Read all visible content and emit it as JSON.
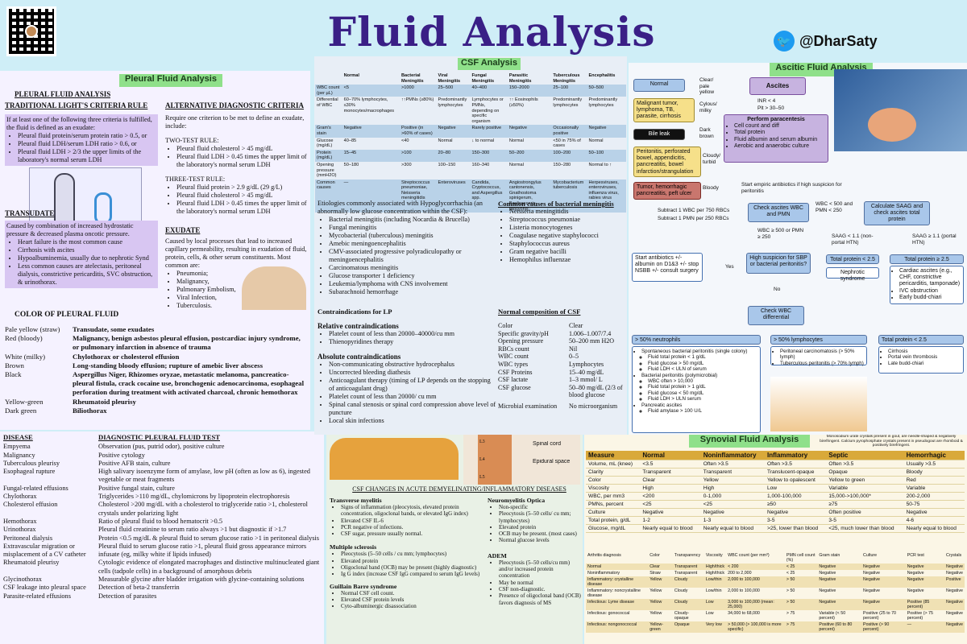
{
  "page": {
    "title": "Fluid Analysis",
    "handle": "@DharSaty"
  },
  "pleural": {
    "banner": "Pleural Fluid Analysis",
    "heading": "PLEURAL FLUID ANALYSIS",
    "lights_title": "TRADITIONAL LIGHT'S CRITERIA RULE",
    "lights_intro": "If at least one of the following three criteria is fulfilled, the fluid is defined as an exudate:",
    "lights": [
      "Pleural fluid protein/serum protein ratio > 0.5, or",
      "Pleural fluid LDH/serum LDH ratio > 0.6, or",
      "Pleural fluid LDH > 2/3 the upper limits of the laboratory's normal serum LDH"
    ],
    "alt_title": "ALTERNATIVE DIAGNOSTIC CRITERIA",
    "alt_intro": "Require one criterion to be met to define an exudate, include:",
    "two_test": "TWO-TEST RULE:",
    "two_items": [
      "Pleural fluid cholesterol > 45 mg/dL",
      "Pleural fluid LDH > 0.45 times the upper limit of the laboratory's normal serum LDH"
    ],
    "three_test": "THREE-TEST RULE:",
    "three_items": [
      "Pleural fluid protein > 2.9 g/dL (29 g/L)",
      "Pleural fluid cholesterol > 45 mg/dL",
      "Pleural fluid LDH > 0.45 times the upper limit of the laboratory's normal serum LDH"
    ],
    "trans_title": "TRANSUDATE",
    "trans_text": "Caused by combination of increased hydrostatic pressure & decreased plasma oncotic pressure.",
    "trans_items": [
      "Heart failure is the most common cause",
      "Cirrhosis with ascites",
      "Hypoalbuminemia, usually due to nephrotic Synd",
      "Less common causes are atelectasis, peritoneal dialysis, constrictive pericarditis, SVC obstruction, & urinothorax."
    ],
    "exu_title": "EXUDATE",
    "exu_text": "Caused by local processes that lead to increased capillary permeability, resulting in exudation of fluid, protein, cells, & other serum constituents. Most common are:",
    "exu_items": [
      "Pneumonia;",
      "Malignancy,",
      "Pulmonary Embolism,",
      "Viral Infection,",
      "Tuberculosis."
    ],
    "color_title": "COLOR OF PLEURAL FLUID",
    "colors": [
      {
        "c": "Pale yellow (straw)",
        "d": "Transudate, some exudates"
      },
      {
        "c": "Red (bloody)",
        "d": "Malignancy, benign asbestos pleural effusion, postcardiac injury syndrome, or pulmonary infarction in absence of trauma"
      },
      {
        "c": "White (milky)",
        "d": "Chylothorax or cholesterol effusion"
      },
      {
        "c": "Brown",
        "d": "Long-standing bloody effusion; rupture of amebic liver abscess"
      },
      {
        "c": "Black",
        "d": "Aspergillus Niger, Rhizomes oryzae, metastatic melanoma, pancreatico-pleural fistula, crack cocaine use, bronchogenic adenocarcinoma, esophageal perforation during treatment with activated charcoal, chronic hemothorax"
      },
      {
        "c": "Yellow-green",
        "d": "Rheumatoid pleurisy"
      },
      {
        "c": "Dark green",
        "d": "Biliothorax"
      }
    ]
  },
  "disease": {
    "h1": "DISEASE",
    "h2": "DIAGNOSTIC PLEURAL FLUID TEST",
    "rows": [
      {
        "a": "Empyema",
        "b": "Observation (pus, putrid odor), positive culture"
      },
      {
        "a": "Malignancy",
        "b": "Positive cytology"
      },
      {
        "a": "Tuberculous pleurisy",
        "b": "Positive AFB stain, culture"
      },
      {
        "a": "Esophageal rupture",
        "b": "High salivary isoenzyme form of amylase, low pH (often as low as 6), ingested vegetable or meat fragments"
      },
      {
        "a": "Fungal-related effusions",
        "b": "Positive fungal stain, culture"
      },
      {
        "a": "Chylothorax",
        "b": "Triglycerides >110 mg/dL, chylomicrons by lipoprotein electrophoresis"
      },
      {
        "a": "Cholesterol effusion",
        "b": "Cholesterol >200 mg/dL with a cholesterol to triglyceride ratio >1, cholesterol crystals under polarizing light"
      },
      {
        "a": "Hemothorax",
        "b": "Ratio of pleural fluid to blood hematocrit >0.5"
      },
      {
        "a": "Urinothorax",
        "b": "Pleural fluid creatinine to serum ratio always >1 but diagnostic if >1.7"
      },
      {
        "a": "Peritoneal dialysis",
        "b": "Protein <0.5 mg/dL & pleural fluid to serum glucose ratio >1 in peritoneal dialysis"
      },
      {
        "a": "Extravascular migration or misplacement of a CV catheter",
        "b": "Pleural fluid to serum glucose ratio >1, pleural fluid gross appearance mirrors infusate (eg, milky white if lipids infused)"
      },
      {
        "a": "Rheumatoid pleurisy",
        "b": "Cytologic evidence of elongated macrophages and distinctive multinucleated giant cells (tadpole cells) in a background of amorphous debris"
      },
      {
        "a": "Glycinothorax",
        "b": "Measurable glycine after bladder irrigation with glycine-containing solutions"
      },
      {
        "a": "CSF leakage into pleural space",
        "b": "Detection of beta-2 transferrin"
      },
      {
        "a": "Parasite-related effusions",
        "b": "Detection of parasites"
      }
    ]
  },
  "csf": {
    "banner": "CSF Analysis",
    "table": [
      [
        "",
        "Normal",
        "Bacterial Meningitis",
        "Viral Meningitis",
        "Fungal Meningitis",
        "Parasitic Meningitis",
        "Tuberculous Meningitis",
        "Encephalitis"
      ],
      [
        "WBC count (per µL)",
        "<5",
        ">1000",
        "25–500",
        "40–400",
        "150–2000",
        "25–100",
        "50–500"
      ],
      [
        "Differential of WBC",
        "60–70% lymphocytes, ≤30% monocytes/macrophages",
        "↑↑PMNs (≥80%)",
        "Predominantly lymphocytes",
        "Lymphocytes or PMNs, depending on specific organism",
        "↑↑ Eosinophils (≥50%)",
        "Predominantly lymphocytes",
        "Predominantly lymphocytes"
      ],
      [
        "Gram's stain",
        "Negative",
        "Positive (in >60% of cases)",
        "Negative",
        "Rarely positive",
        "Negative",
        "Occasionally positive",
        "Negative"
      ],
      [
        "Glucose (mg/dL)",
        "40–85",
        "<40",
        "Normal",
        "↓ to normal",
        "Normal",
        "<50 in 75% of cases",
        "Normal"
      ],
      [
        "Protein (mg/dL)",
        "15–45",
        ">100",
        "20–80",
        "150–300",
        "50–200",
        "100–200",
        "50–100"
      ],
      [
        "Opening pressure (mmH2O)",
        "50–180",
        ">300",
        "100–150",
        "160–340",
        "Normal",
        "150–280",
        "Normal to ↑"
      ],
      [
        "Common causes",
        "—",
        "Streptococcus pneumoniae, Neisseria meningitidis",
        "Enteroviruses",
        "Candida, Cryptococcus, and Aspergillus spp.",
        "Angiostrongylus cantonensis, Gnathostoma spinigerum, Baylisascaris procyonis",
        "Mycobacterium tuberculosis",
        "Herpesviruses, enteroviruses, influenza virus, rabies virus"
      ]
    ],
    "etio_title": "Etiologies commonly associated with Hypoglycorrhachia (an abnormally low glucose concentration within the CSF):",
    "etio": [
      "Bacterial meningitis (including Nocardia & Brucella)",
      "Fungal meningitis",
      "Mycobacterial (tuberculous) meningitis",
      "Amebic meningoencephalitis",
      "CMV-associated progressive polyradiculopathy or meningoencephalitis",
      "Carcinomatous meningitis",
      "Glucose transporter 1 deficiency",
      "Leukemia/lymphoma with CNS involvement",
      "Subarachnoid hemorrhage"
    ],
    "common_title": "Common causes of bacterial meningitis",
    "common": [
      "Neisseria meningitidis",
      "Streptococcus pneumoniae",
      "Listeria monocytogenes",
      "Coagulase negative staphylococci",
      "Staphylococcus aureus",
      "Gram negative bacilli",
      "Hemophilus influenzae"
    ],
    "contra_title": "Contraindications for LP",
    "rel_title": "Relative contraindications",
    "rel": [
      "Platelet count of less than 20000–40000/cu mm",
      "Thienopyridines therapy"
    ],
    "abs_title": "Absolute contraindications",
    "abs": [
      "Non-communicating obstructive hydrocephalus",
      "Uncorrected bleeding diathesis",
      "Anticoagulant therapy (timing of LP depends on the stopping of anticoagulant drug)",
      "Platelet count of less than 20000/ cu mm",
      "Spinal canal stenosis or spinal cord compression above level of puncture",
      "Local skin infections"
    ],
    "norm_title": "Normal composition of CSF",
    "norm": [
      {
        "k": "Color",
        "v": "Clear"
      },
      {
        "k": "Specific gravity/pH",
        "v": "1.006–1.007/7.4"
      },
      {
        "k": "Opening pressure",
        "v": "50–200 mm H2O"
      },
      {
        "k": "RBCs count",
        "v": "Nil"
      },
      {
        "k": "WBC count",
        "v": "0–5"
      },
      {
        "k": "WBC types",
        "v": "Lymphocytes"
      },
      {
        "k": "CSF Proteins",
        "v": "15–40 mg/dL"
      },
      {
        "k": "CSF lactate",
        "v": "1–3 mmol/ L"
      },
      {
        "k": "CSF glucose",
        "v": "50–80 mg/dL (2/3 of blood glucose"
      },
      {
        "k": "Microbial examination",
        "v": "No microorganism"
      }
    ]
  },
  "demy": {
    "spine_labels": [
      "Spinal cord",
      "Epidural space",
      "L3",
      "L4",
      "L5"
    ],
    "title": "CSF CHANGES IN ACUTE DEMYELINATING/INFLAMMATORY DISEASES",
    "tm_title": "Transverse myelitis",
    "tm": [
      "Signs of inflammation (pleocytosis, elevated protein concentration, oligoclonal bands, or elevated IgG index)",
      "Elevated CSF IL-6",
      "PCR negative of infections.",
      "CSF sugar, pressure usually normal."
    ],
    "ms_title": "Multiple sclerosis",
    "ms": [
      "Pleocytosis (5–50 cells / cu mm; lymphocytes)",
      "Elevated protein",
      "Oligoclonal band (OCB) may be present (highly diagnostic)",
      "Ig G index (increase CSF IgG compared to serum IgG levels)"
    ],
    "gb_title": "Guillain Barre syndrome",
    "gb": [
      "Normal CSF cell count.",
      "Elevated CSF protein levels",
      "Cyto-albuminergic disassociation"
    ],
    "nmo_title": "Neuromyelitis Optica",
    "nmo": [
      "Non-specific",
      "Pleocytosis (5–50 cells/ cu mm; lymphocytes)",
      "Elevated protein",
      "OCB may be present. (most cases)",
      "Normal glucose levels"
    ],
    "adem_title": "ADEM",
    "adem": [
      "Pleocytosis (5–50 cells/cu mm) and/or increased protein concentration",
      "May be normal",
      "CSF non-diagnostic.",
      "Presence of oligoclonal band (OCB) favors diagnosis of MS"
    ]
  },
  "ascitic": {
    "banner": "Ascitic Fluid Analysis",
    "left_boxes": [
      {
        "t": "Normal",
        "lbl": "Clear/ pale yellow"
      },
      {
        "t": "Malignant tumor, lymphoma, TB, parasite, cirrhosis",
        "lbl": "Cylous/ milky"
      },
      {
        "t": "Bile leak",
        "lbl": "Dark brown"
      },
      {
        "t": "Peritonitis, perforated bowel, appendicitis, pancreatitis, bowel infarction/strangulation",
        "lbl": "Cloudy/ turbid"
      },
      {
        "t": "Tumor, hemorrhagic pancreatitis, peft ulcer",
        "lbl": "Bloody"
      }
    ],
    "ascites": "Ascites",
    "inr": "INR < 4",
    "plt": "Plt > 30–50",
    "para_title": "Perform paracentesis",
    "para": [
      "Cell count and diff",
      "Total protein",
      "Fluid albumin and serum albumin",
      "Aerobic and anaerobic culture"
    ],
    "empiric": "Start empiric antibiotics if high suspicion for peritonitis",
    "subtract": [
      "Subtract 1 WBC per 750 RBCs",
      "Subtract 1 PMN per 250 RBCs"
    ],
    "check": "Check ascites WBC and PMN",
    "wbc_low": "WBC < 500 and PMN < 250",
    "saag": "Calculate SAAG and check ascites total protein",
    "wbc_high": "WBC ≥ 500 or PMN ≥ 250",
    "saag_low": "SAAG < 1.1 (non-portal HTN)",
    "saag_high": "SAAG ≥ 1.1 (portal HTN)",
    "start_abx": "Start antibiotics +/- albumin on D1&3 +/- stop NSBB +/- consult surgery",
    "high_susp": "High suspicion for SBP or bacterial peritonitis?",
    "yes": "Yes",
    "no": "No",
    "tp_low": "Total protein < 2.5",
    "nephrotic": "Nephrotic syndrome",
    "tp_high": "Total protein ≥ 2.5",
    "cardiac": [
      "Cardiac ascites (e.g., CHF, constrictive pericarditis, tamponade)",
      "IVC obstruction",
      "Early budd-chiari"
    ],
    "check_diff": "Check WBC differential",
    "neut": "> 50% neutrophils",
    "lymph": "> 50% lymphocytes",
    "tp_low2": "Total protein < 2.5",
    "sbp": [
      "Spontaneous bacterial peritonitis (single colony)",
      "Fluid total protein < 1 g/dL",
      "Fluid glucose > 50 mg/dL",
      "Fluid LDH < ULN of serum",
      "Bacterial peritonitis (polymicrobial)",
      "WBC often > 10,000",
      "Fluid total protein > 1 g/dL",
      "Fluid glucose < 50 mg/dL",
      "Fluid LDH > ULN serum",
      "Pancreatic ascites",
      "Fluid amylase > 100 U/L"
    ],
    "lymph_items": [
      "Peritoneal carcinomatosis (> 50% lymph)",
      "Tuberculous peritonitis (> 70% lymph)"
    ],
    "cirr": [
      "Cirrhosis",
      "Portal vein thrombosis",
      "Late budd-chiari"
    ]
  },
  "synovial": {
    "banner": "Synovial Fluid Analysis",
    "crystal_note": "Monosodium urate crystals present in gout, are needle-shaped & negatively birefringent. Calcium pyrophosphate crystals present in pseudogout are rhomboid & positively birefringent.",
    "table": [
      [
        "Measure",
        "Normal",
        "Noninflammatory",
        "Inflammatory",
        "Septic",
        "Hemorrhagic"
      ],
      [
        "Volume, mL (knee)",
        "<3.5",
        "Often >3.5",
        "Often >3.5",
        "Often >3.5",
        "Usually >3.5"
      ],
      [
        "Clarity",
        "Transparent",
        "Transparent",
        "Translucent-opaque",
        "Opaque",
        "Bloody"
      ],
      [
        "Color",
        "Clear",
        "Yellow",
        "Yellow to opalescent",
        "Yellow to green",
        "Red"
      ],
      [
        "Viscosity",
        "High",
        "High",
        "Low",
        "Variable",
        "Variable"
      ],
      [
        "WBC, per mm3",
        "<200",
        "0-1,000",
        "1,000-100,000",
        "15,000->100,000*",
        "200-2,000"
      ],
      [
        "PMNs, percent",
        "<25",
        "<25",
        "≥50",
        "≥75",
        "50-75"
      ],
      [
        "Culture",
        "Negative",
        "Negative",
        "Negative",
        "Often positive",
        "Negative"
      ],
      [
        "Total protein, g/dL",
        "1-2",
        "1-3",
        "3-5",
        "3-5",
        "4-6"
      ],
      [
        "Glucose, mg/dL",
        "Nearly equal to blood",
        "Nearly equal to blood",
        ">25, lower than blood",
        "<25, much lower than blood",
        "Nearly equal to blood"
      ]
    ],
    "table2": [
      [
        "Arthritis diagnosis",
        "Color",
        "Transparency",
        "Viscosity",
        "WBC count (per mm³)",
        "PMN cell count (%)",
        "Gram stain",
        "Culture",
        "PCR test",
        "Crystals"
      ],
      [
        "Normal",
        "Clear",
        "Transparent",
        "High/thick",
        "< 200",
        "< 25",
        "Negative",
        "Negative",
        "Negative",
        "Negative"
      ],
      [
        "Noninflammatory",
        "Straw",
        "Transparent",
        "High/thick",
        "200 to 2,000",
        "< 25",
        "Negative",
        "Negative",
        "Negative",
        "Negative"
      ],
      [
        "Inflammatory: crystalline disease",
        "Yellow",
        "Cloudy",
        "Low/thin",
        "2,000 to 100,000",
        "> 50",
        "Negative",
        "Negative",
        "Negative",
        "Positive"
      ],
      [
        "Inflammatory: noncrystalline disease",
        "Yellow",
        "Cloudy",
        "Low/thin",
        "2,000 to 100,000",
        "> 50",
        "Negative",
        "Negative",
        "Negative",
        "Negative"
      ],
      [
        "Infectious: Lyme disease",
        "Yellow",
        "Cloudy",
        "Low",
        "3,000 to 100,000 (mean: 25,000)",
        "> 50",
        "Negative",
        "Negative",
        "Positive (85 percent)",
        "Negative"
      ],
      [
        "Infectious: gonococcal",
        "Yellow",
        "Cloudy-opaque",
        "Low",
        "34,000 to 68,000",
        "> 75",
        "Variable (< 50 percent)",
        "Positive (25 to 70 percent)",
        "Positive (> 75 percent)",
        "Negative"
      ],
      [
        "Infectious: nongonococcal",
        "Yellow-green",
        "Opaque",
        "Very low",
        "> 50,000 (> 100,000 is more specific)",
        "> 75",
        "Positive (60 to 80 percent)",
        "Positive (> 90 percent)",
        "—",
        "Negative"
      ]
    ]
  }
}
